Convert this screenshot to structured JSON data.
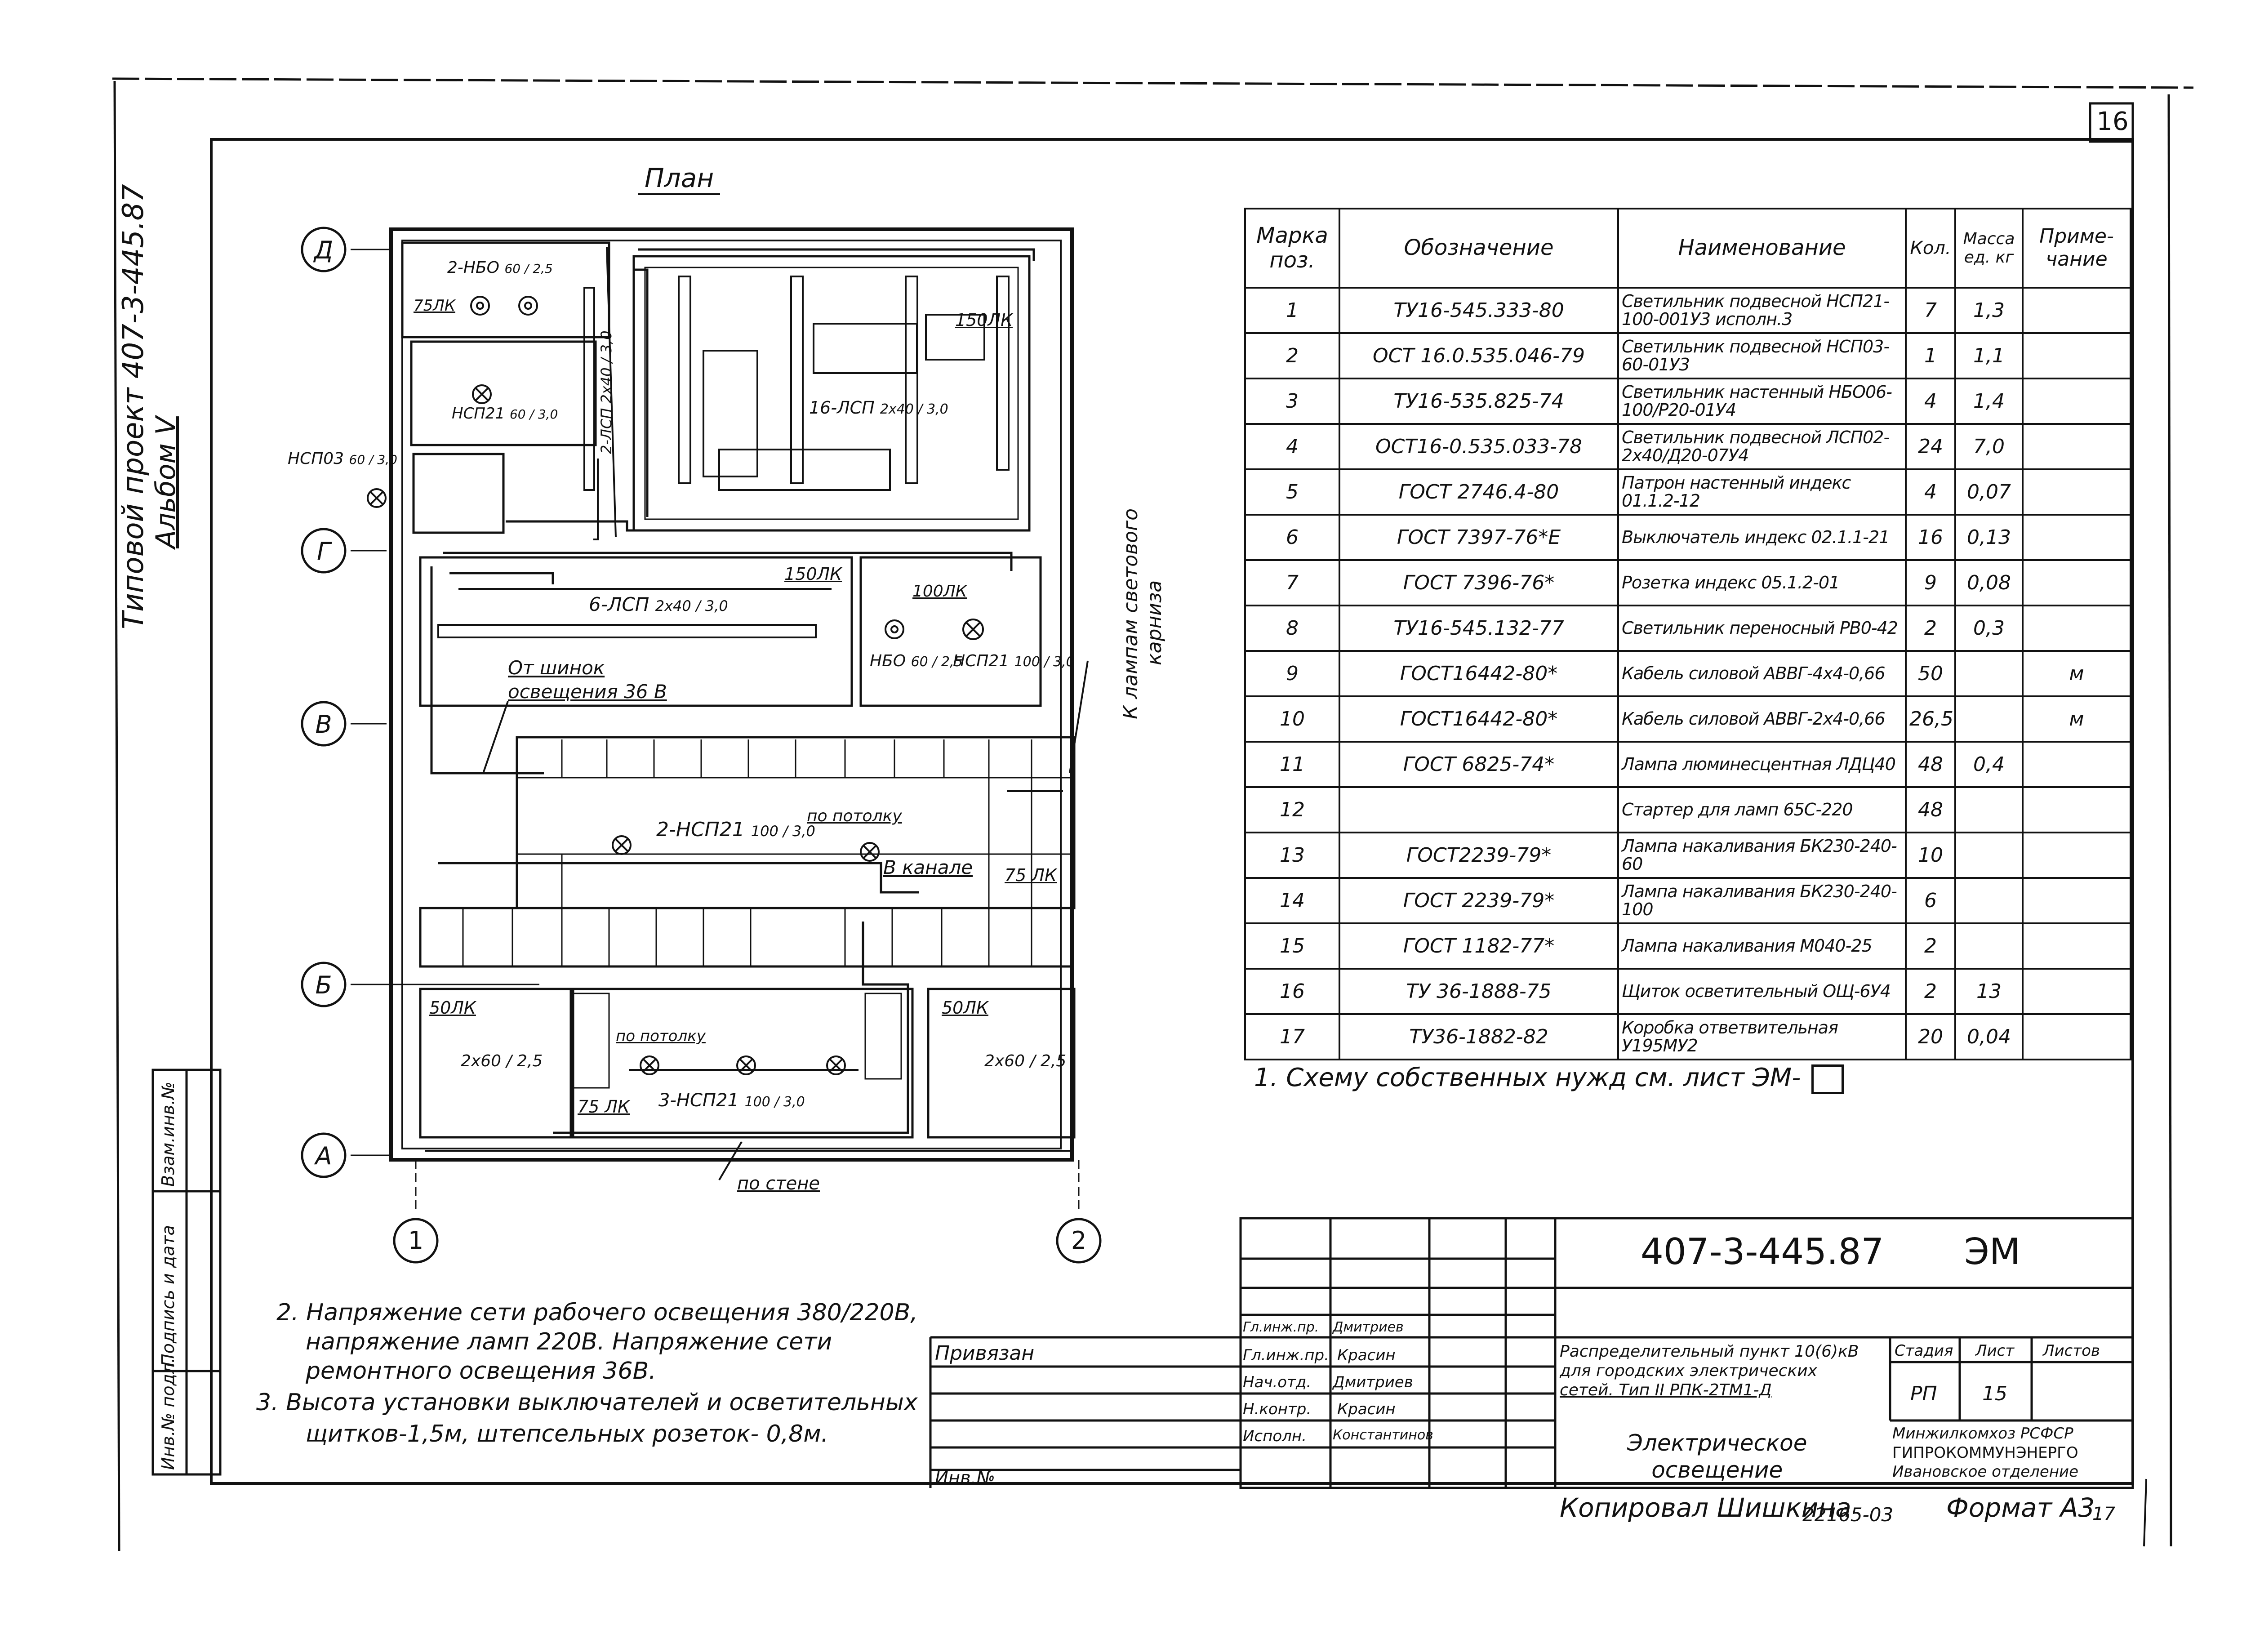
{
  "sheet": {
    "page_number": "16",
    "side_title_1": "Типовой проект 407-3-445.87",
    "side_title_2": "Альбом V"
  },
  "plan": {
    "title": "План",
    "axes_letters": [
      "Д",
      "Г",
      "В",
      "Б",
      "А"
    ],
    "axes_numbers": [
      "1",
      "2"
    ],
    "labels": {
      "lux_150_a": "150ЛК",
      "lux_150_b": "150ЛК",
      "lux_75_a": "75ЛК",
      "lux_100": "100ЛК",
      "lux_75_b": "75 ЛК",
      "lux_50_a": "50ЛК",
      "lux_50_b": "50ЛК",
      "lux_75_c": "75 ЛК",
      "nbo_top": "2-НБО",
      "nbo_top_frac": "60 / 2,5",
      "nsp_a": "НСП21",
      "nsp_a_frac": "60 / 3,0",
      "nsp_left": "НСП03",
      "nsp_left_frac": "60 / 3,0",
      "lsp_vertical": "2-ЛСП 2х40 / 3,0",
      "lsp_16": "16-ЛСП",
      "lsp_16_frac": "2х40 / 3,0",
      "lsp_6": "6-ЛСП",
      "lsp_6_frac": "2х40 / 3,0",
      "nbo_mid": "НБО",
      "nbo_mid_frac": "60 / 2,5",
      "nsp_mid": "НСП21",
      "nsp_mid_frac": "100 / 3,0",
      "busbar_1": "От шинок",
      "busbar_2": "освещения 36 В",
      "cornice_1": "К лампам светового",
      "cornice_2": "карниза",
      "nsp_2": "2-НСП21",
      "nsp_2_frac": "100 / 3,0",
      "ceiling_1": "по потолку",
      "in_channel": "В канале",
      "ceiling_2": "по потолку",
      "nsp_3": "3-НСП21",
      "nsp_3_frac": "100 / 3,0",
      "lamp_b_frac_l": "2х60 / 2,5",
      "lamp_b_frac_r": "2х60 / 2,5",
      "on_wall": "по стене"
    }
  },
  "spec_table": {
    "headers": [
      "Марка поз.",
      "Обозначение",
      "Наименование",
      "Кол.",
      "Масса ед. кг",
      "Приме- чание"
    ],
    "rows": [
      [
        "1",
        "ТУ16-545.333-80",
        "Светильник подвесной НСП21-100-001У3 исполн.3",
        "7",
        "1,3",
        ""
      ],
      [
        "2",
        "ОСТ 16.0.535.046-79",
        "Светильник подвесной НСП03-60-01У3",
        "1",
        "1,1",
        ""
      ],
      [
        "3",
        "ТУ16-535.825-74",
        "Светильник настенный НБО06-100/Р20-01У4",
        "4",
        "1,4",
        ""
      ],
      [
        "4",
        "ОСТ16-0.535.033-78",
        "Светильник подвесной ЛСП02-2х40/Д20-07У4",
        "24",
        "7,0",
        ""
      ],
      [
        "5",
        "ГОСТ 2746.4-80",
        "Патрон настенный индекс 01.1.2-12",
        "4",
        "0,07",
        ""
      ],
      [
        "6",
        "ГОСТ 7397-76*Е",
        "Выключатель индекс 02.1.1-21",
        "16",
        "0,13",
        ""
      ],
      [
        "7",
        "ГОСТ 7396-76*",
        "Розетка индекс 05.1.2-01",
        "9",
        "0,08",
        ""
      ],
      [
        "8",
        "ТУ16-545.132-77",
        "Светильник переносный РВ0-42",
        "2",
        "0,3",
        ""
      ],
      [
        "9",
        "ГОСТ16442-80*",
        "Кабель силовой АВВГ-4х4-0,66",
        "50",
        "",
        "м"
      ],
      [
        "10",
        "ГОСТ16442-80*",
        "Кабель силовой АВВГ-2х4-0,66",
        "26,5",
        "",
        "м"
      ],
      [
        "11",
        "ГОСТ 6825-74*",
        "Лампа люминесцентная ЛДЦ40",
        "48",
        "0,4",
        ""
      ],
      [
        "12",
        "",
        "Стартер для ламп 65С-220",
        "48",
        "",
        ""
      ],
      [
        "13",
        "ГОСТ2239-79*",
        "Лампа накаливания БК230-240-60",
        "10",
        "",
        ""
      ],
      [
        "14",
        "ГОСТ 2239-79*",
        "Лампа накаливания БК230-240-100",
        "6",
        "",
        ""
      ],
      [
        "15",
        "ГОСТ 1182-77*",
        "Лампа накаливания М040-25",
        "2",
        "",
        ""
      ],
      [
        "16",
        "ТУ 36-1888-75",
        "Щиток осветительный ОЩ-6У4",
        "2",
        "13",
        ""
      ],
      [
        "17",
        "ТУ36-1882-82",
        "Коробка ответвительная У195МУ2",
        "20",
        "0,04",
        ""
      ]
    ]
  },
  "notes": {
    "note1": "1. Схему собственных нужд см. лист ЭМ-",
    "note2a": "2. Напряжение сети рабочего освещения 380/220В,",
    "note2b": "напряжение ламп 220В. Напряжение сети",
    "note2c": "ремонтного освещения 36В.",
    "note3a": "3. Высота установки выключателей и осветительных",
    "note3b": "щитков-1,5м, штепсельных розеток- 0,8м."
  },
  "left_margin": {
    "cells": [
      "Взам.инв.№",
      "Подпись и дата",
      "Инв.№ подл."
    ]
  },
  "title_block": {
    "code": "407-3-445.87",
    "mark": "ЭМ",
    "attached": "Привязан",
    "inv_no": "Инв.№",
    "roles": [
      "Гл.инж.пр.",
      "Гл.инж.пр.",
      "Нач.отд.",
      "Н.контр.",
      "Исполн."
    ],
    "names": [
      "Дмитриев",
      "Красин",
      "Дмитриев",
      "Красин",
      "Константинов"
    ],
    "project_name_1": "Распределительный пункт 10(6)кВ",
    "project_name_2": "для городских электрических",
    "project_name_3": "сетей. Тип II РПК-2ТМ1-Д",
    "sheet_title_1": "Электрическое",
    "sheet_title_2": "освещение",
    "stage_label": "Стадия",
    "sheet_label": "Лист",
    "sheets_label": "Листов",
    "stage": "РП",
    "sheet": "15",
    "org_1": "Минжилкомхоз РСФСР",
    "org_2": "ГИПРОКОММУНЭНЕРГО",
    "org_3": "Ивановское отделение"
  },
  "footer": {
    "copied": "Копировал Шишкина",
    "order": "22165-03",
    "format": "Формат А3",
    "sheet_mark": "17"
  }
}
